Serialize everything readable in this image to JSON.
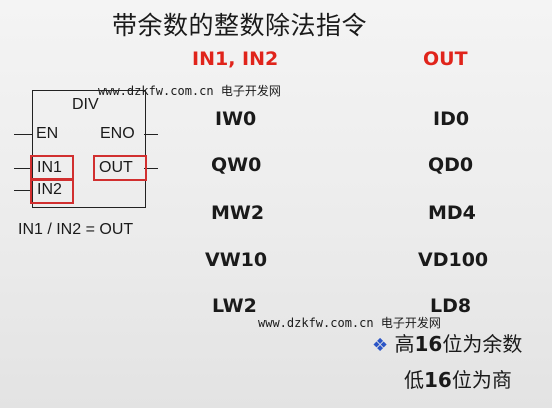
{
  "title": "带余数的整数除法指令",
  "colors": {
    "head": "#e0241b",
    "text": "#1a1a1a",
    "box_border": "#222222",
    "highlight": "#d12f2f",
    "bullet": "#2b55c6"
  },
  "watermark": {
    "url": "www.dzkfw.com.cn",
    "site": "电子开发网"
  },
  "block": {
    "name": "DIV",
    "en": "EN",
    "eno": "ENO",
    "in1": "IN1",
    "in2": "IN2",
    "out": "OUT"
  },
  "formula": "IN1 / IN2 = OUT",
  "table": {
    "headers": [
      "IN1, IN2",
      "OUT"
    ],
    "rows": [
      [
        "IW0",
        "ID0"
      ],
      [
        "QW0",
        "QD0"
      ],
      [
        "MW2",
        "MD4"
      ],
      [
        "VW10",
        "VD100"
      ],
      [
        "LW2",
        "LD8"
      ]
    ]
  },
  "notes": {
    "bullet_icon": "diamond-bullet-icon",
    "line1_pre": "高",
    "line1_num": "16",
    "line1_post": "位为余数",
    "line2_pre": "低",
    "line2_num": "16",
    "line2_post": "位为商"
  }
}
